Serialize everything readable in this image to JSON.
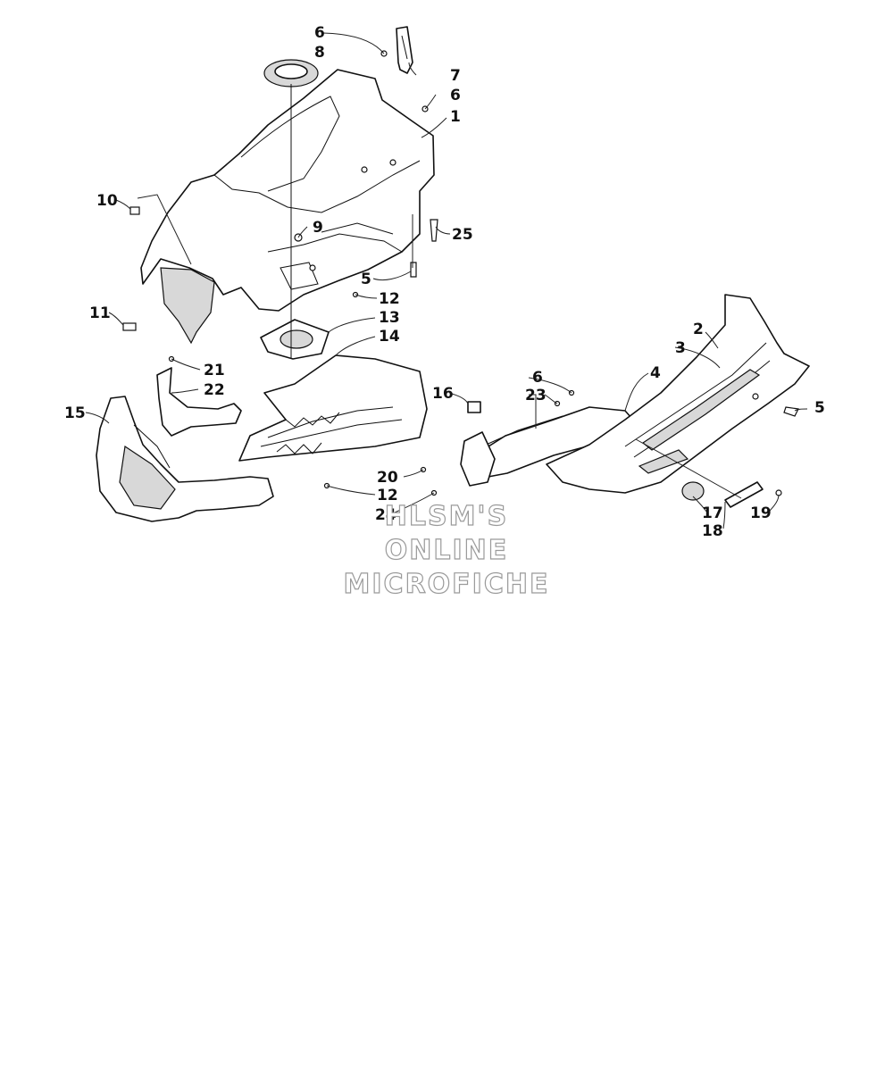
{
  "diagram": {
    "callouts": [
      {
        "id": "c6a",
        "text": "6"
      },
      {
        "id": "c8",
        "text": "8"
      },
      {
        "id": "c7",
        "text": "7"
      },
      {
        "id": "c6b",
        "text": "6"
      },
      {
        "id": "c1",
        "text": "1"
      },
      {
        "id": "c10",
        "text": "10"
      },
      {
        "id": "c9",
        "text": "9"
      },
      {
        "id": "c25",
        "text": "25"
      },
      {
        "id": "c5a",
        "text": "5"
      },
      {
        "id": "c12a",
        "text": "12"
      },
      {
        "id": "c11",
        "text": "11"
      },
      {
        "id": "c13",
        "text": "13"
      },
      {
        "id": "c14",
        "text": "14"
      },
      {
        "id": "c2",
        "text": "2"
      },
      {
        "id": "c3",
        "text": "3"
      },
      {
        "id": "c4",
        "text": "4"
      },
      {
        "id": "c21",
        "text": "21"
      },
      {
        "id": "c22",
        "text": "22"
      },
      {
        "id": "c6c",
        "text": "6"
      },
      {
        "id": "c23",
        "text": "23"
      },
      {
        "id": "c16",
        "text": "16"
      },
      {
        "id": "c15",
        "text": "15"
      },
      {
        "id": "c5b",
        "text": "5"
      },
      {
        "id": "c20",
        "text": "20"
      },
      {
        "id": "c12b",
        "text": "12"
      },
      {
        "id": "c24",
        "text": "24"
      },
      {
        "id": "c17",
        "text": "17"
      },
      {
        "id": "c19",
        "text": "19"
      },
      {
        "id": "c18",
        "text": "18"
      }
    ],
    "watermark": [
      "HLSM'S",
      "ONLINE",
      "MICROFICHE"
    ]
  },
  "colors": {
    "ink": "#111111",
    "watermark_outline": "#9a9a9a",
    "shade": "#d8d8d8"
  }
}
